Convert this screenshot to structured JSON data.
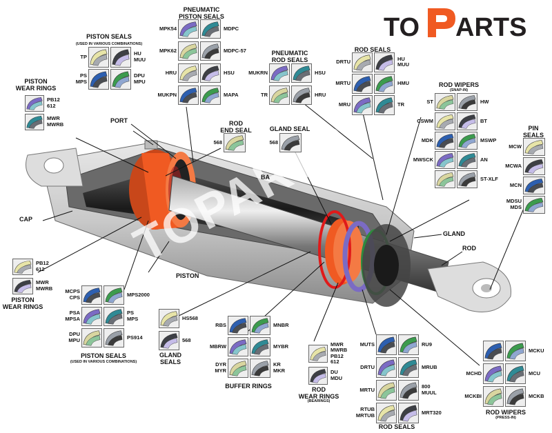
{
  "brand": {
    "logo": "TOPARTS",
    "watermark": "TOPARTS",
    "colors": {
      "orange": "#f05a22",
      "dark": "#231f20",
      "seal_yellow": "#e7e4a8",
      "seal_green": "#3c9b4e",
      "seal_blue": "#2d5fb0",
      "seal_purple": "#7b6bc4",
      "seal_teal": "#2f8a95"
    }
  },
  "callouts": {
    "port": "PORT",
    "cap": "CAP",
    "piston": "PISTON",
    "gland": "GLAND",
    "rod": "ROD",
    "barrel_partial": "BA"
  },
  "groups": {
    "piston_seals_top": {
      "title": "PISTON SEALS",
      "subtitle": "(USED IN VARIOUS COMBINATIONS)",
      "items": [
        {
          "l": "TP",
          "r": "HU\nMUU"
        },
        {
          "l": "PS\nMPS",
          "r": "DPU\nMPU"
        }
      ]
    },
    "pneumatic_piston_seals": {
      "title": "PNEUMATIC\nPISTON SEALS",
      "items": [
        {
          "l": "MPK54",
          "r": "MDPC"
        },
        {
          "l": "MPK62",
          "r": "MDPC-57"
        },
        {
          "l": "HRU",
          "r": "HSU"
        },
        {
          "l": "MUKPN",
          "r": "MAPA"
        }
      ]
    },
    "pneumatic_rod_seals": {
      "title": "PNEUMATIC\nROD SEALS",
      "items": [
        {
          "l": "MUKRN",
          "r": "HSU"
        },
        {
          "l": "TR",
          "r": "HRU"
        }
      ]
    },
    "rod_seals_top": {
      "title": "ROD SEALS",
      "items": [
        {
          "l": "DRTU",
          "r": "HU\nMUU"
        },
        {
          "l": "MRTU",
          "r": "HMU"
        },
        {
          "l": "MRU",
          "r": "TR"
        }
      ]
    },
    "rod_wipers_snap": {
      "title": "ROD WIPERS",
      "subtitle": "(SNAP-IN)",
      "items": [
        {
          "l": "ST",
          "r": "HW"
        },
        {
          "l": "CSWM",
          "r": "BT"
        },
        {
          "l": "MDK",
          "r": "MSWP"
        },
        {
          "l": "MWSCK",
          "r": "AN"
        },
        {
          "l": "",
          "r": "ST-XLF"
        }
      ]
    },
    "pin_seals": {
      "title": "PIN\nSEALS",
      "items": [
        {
          "l": "MCW"
        },
        {
          "l": "MCWA"
        },
        {
          "l": "MCN"
        },
        {
          "l": "MDSU\nMDS"
        }
      ]
    },
    "piston_wear_rings_top": {
      "title": "PISTON\nWEAR RINGS",
      "items": [
        {
          "r": "PB12\n612"
        },
        {
          "r": "MWR\nMWRB"
        }
      ]
    },
    "rod_end_seal": {
      "title": "ROD\nEND SEAL",
      "items": [
        {
          "l": "568"
        }
      ]
    },
    "gland_seal": {
      "title": "GLAND SEAL",
      "items": [
        {
          "l": "568"
        }
      ]
    },
    "piston_wear_rings_bottom": {
      "title": "PISTON\nWEAR RINGS",
      "items": [
        {
          "r": "PB12\n612"
        },
        {
          "r": "MWR\nMWRB"
        }
      ]
    },
    "piston_seals_bottom": {
      "title": "PISTON SEALS",
      "subtitle": "(USED IN VARIOUS COMBINATIONS)",
      "items": [
        {
          "l": "MCPS\nCPS",
          "r": "MPS2000"
        },
        {
          "l": "PSA\nMPSA",
          "r": "PS\nMPS"
        },
        {
          "l": "DPU\nMPU",
          "r": "PS914"
        }
      ]
    },
    "gland_seals": {
      "title": "GLAND\nSEALS",
      "items": [
        {
          "r": "HS568"
        },
        {
          "r": "568"
        }
      ]
    },
    "buffer_rings": {
      "title": "BUFFER RINGS",
      "items": [
        {
          "l": "RBS",
          "r": "MNBR"
        },
        {
          "l": "MBRW",
          "r": "MYBR"
        },
        {
          "l": "DYR\nMYR",
          "r": "KR\nMKR"
        }
      ]
    },
    "rod_wear_rings": {
      "title": "ROD\nWEAR RINGS",
      "subtitle": "(BEARINGS)",
      "items": [
        {
          "r": "MWR\nMWRB\nPB12\n612"
        },
        {
          "r": "DU\nMDU"
        }
      ]
    },
    "rod_seals_bottom": {
      "title": "ROD SEALS",
      "items": [
        {
          "l": "MUTS",
          "r": "RU9"
        },
        {
          "l": "DRTU",
          "r": "MRUB"
        },
        {
          "l": "MRTU",
          "r": "800\nMUUL"
        },
        {
          "l": "RTUB\nMRTUB",
          "r": "MRT320"
        }
      ]
    },
    "rod_wipers_press": {
      "title": "ROD WIPERS",
      "subtitle": "(PRESS-IN)",
      "items": [
        {
          "l": "",
          "r": "MCKU"
        },
        {
          "l": "MCHD",
          "r": "MCU"
        },
        {
          "l": "MCKBI",
          "r": "MCKB"
        }
      ]
    }
  }
}
